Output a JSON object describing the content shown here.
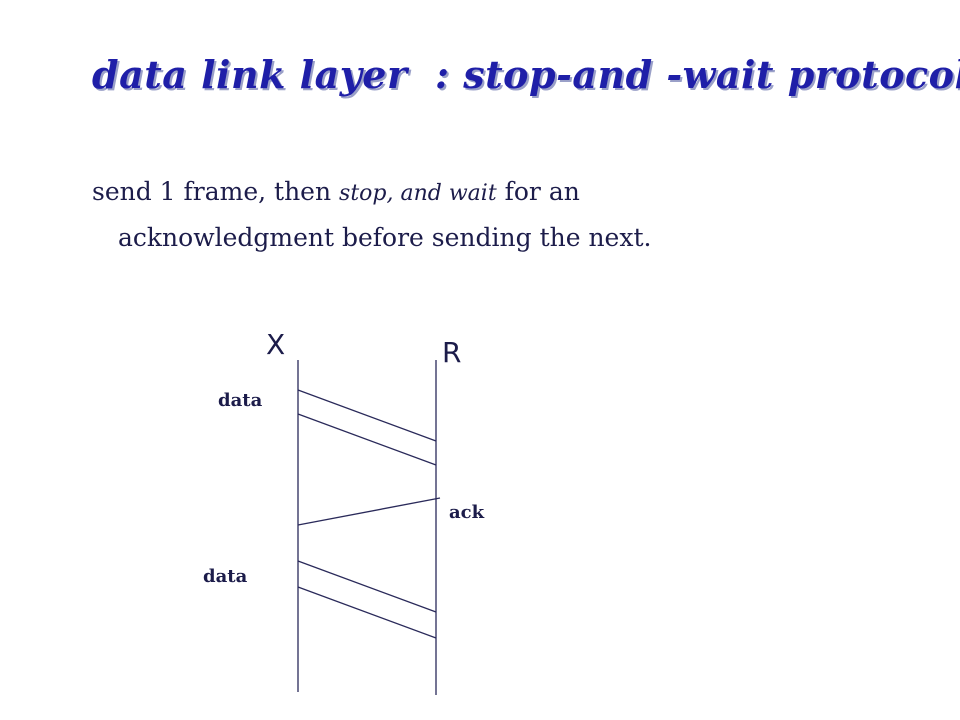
{
  "title": "data link layer  : stop-and -wait protocol",
  "bullet": {
    "line1_before": "send 1 frame, then ",
    "line1_emphasis": "stop, and wait",
    "line1_after": " for an",
    "line2": "acknowledgment before sending the next."
  },
  "diagram": {
    "sender_label": "X",
    "receiver_label": "R",
    "messages": [
      {
        "label": "data",
        "from": "X",
        "to": "R"
      },
      {
        "label": "ack",
        "from": "R",
        "to": "X"
      },
      {
        "label": "data",
        "from": "X",
        "to": "R"
      }
    ]
  },
  "colors": {
    "title": "#1f1fa8",
    "title_shadow": "#9aa0c8",
    "text": "#1c1c4a",
    "lines": "#2a2a5a"
  }
}
